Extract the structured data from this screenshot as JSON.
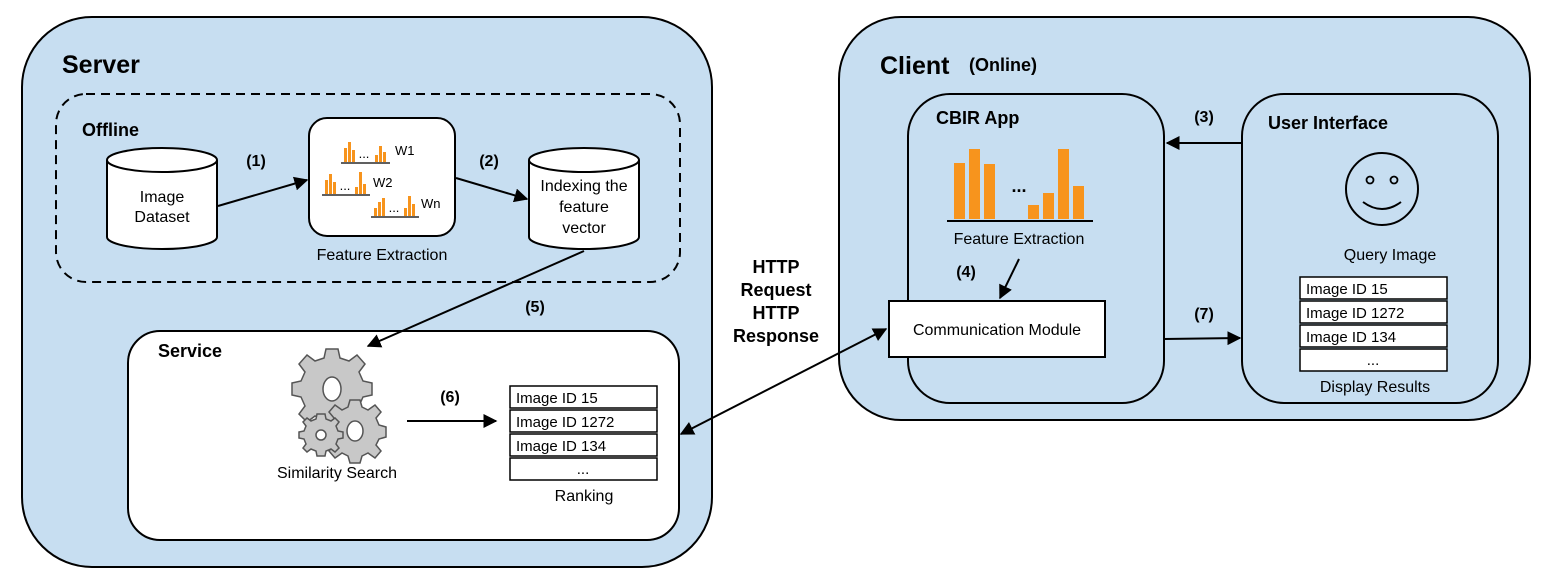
{
  "server": {
    "title": "Server",
    "offline": {
      "label": "Offline",
      "dataset_line1": "Image",
      "dataset_line2": "Dataset",
      "feature_extraction_label": "Feature Extraction",
      "weights": [
        "W1",
        "W2",
        "Wn"
      ],
      "ellipsis": "...",
      "indexing_line1": "Indexing the",
      "indexing_line2": "feature",
      "indexing_line3": "vector"
    },
    "service": {
      "label": "Service",
      "similarity_label": "Similarity Search",
      "ranking_items": [
        "Image ID 15",
        "Image ID 1272",
        "Image ID 134",
        "..."
      ],
      "ranking_label": "Ranking"
    }
  },
  "client": {
    "title": "Client",
    "subtitle": "(Online)",
    "cbir": {
      "label": "CBIR App",
      "ellipsis": "...",
      "feature_extraction_label": "Feature Extraction",
      "communication_label": "Communication Module"
    },
    "ui": {
      "label": "User Interface",
      "query_label": "Query Image",
      "results": [
        "Image ID 15",
        "Image ID 1272",
        "Image ID 134",
        "..."
      ],
      "results_label": "Display Results"
    }
  },
  "http": {
    "line1": "HTTP",
    "line2": "Request",
    "line3": "HTTP",
    "line4": "Response"
  },
  "steps": [
    "(1)",
    "(2)",
    "(3)",
    "(4)",
    "(5)",
    "(6)",
    "(7)"
  ],
  "colors": {
    "panel_fill": "#c7def1",
    "service_fill": "#ffffff",
    "bar_orange": "#f7941d",
    "gear_fill": "#c8c8c8"
  }
}
